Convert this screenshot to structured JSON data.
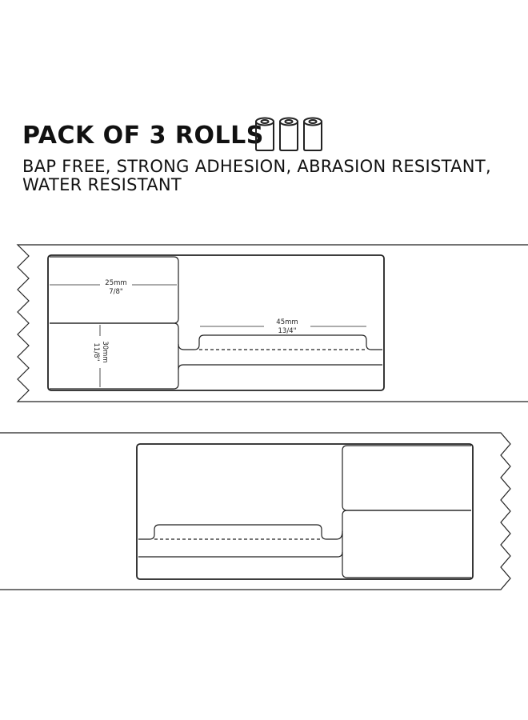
{
  "header": {
    "title": "PACK OF 3 ROLLS",
    "features_line1": "BAP FREE, STRONG ADHESION, ABRASION RESISTANT,",
    "features_line2": "WATER RESISTANT"
  },
  "icons": {
    "rolls": "three-label-rolls-icon"
  },
  "dimensions": {
    "width_small_mm": "25mm",
    "width_small_in": "7/8\"",
    "height_mm": "30mm",
    "height_in": "11/8\"",
    "tail_mm": "45mm",
    "tail_in": "13/4\""
  },
  "colors": {
    "line": "#222222",
    "background": "#ffffff"
  }
}
